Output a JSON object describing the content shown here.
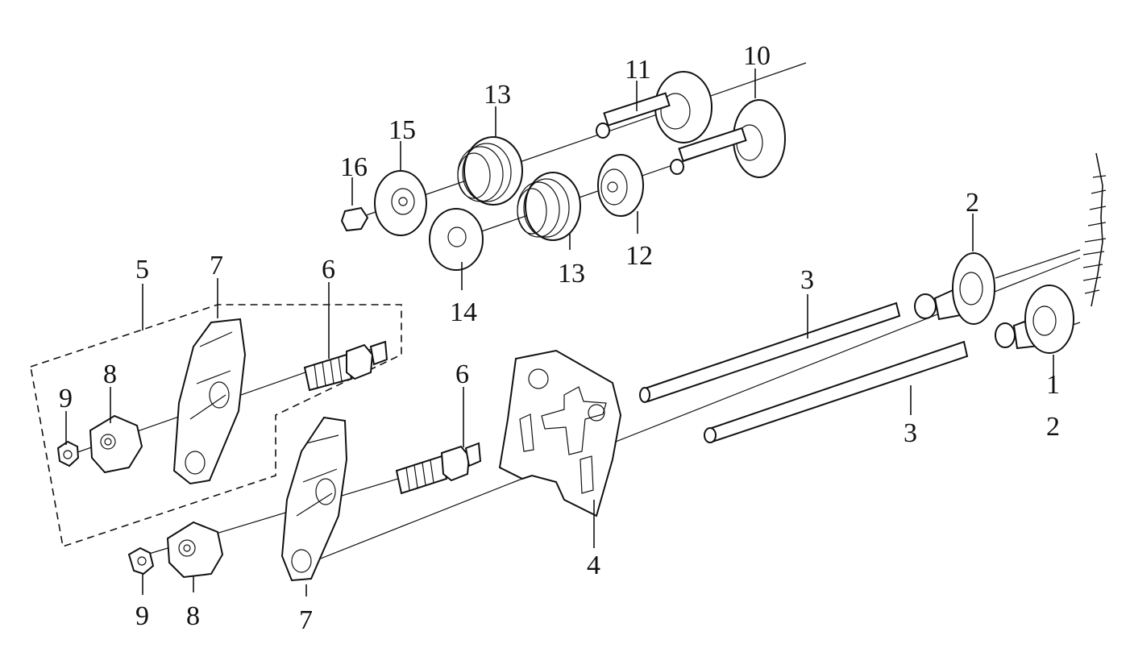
{
  "diagram": {
    "labels": {
      "n1": "1",
      "n2a": "2",
      "n2b": "2",
      "n3a": "3",
      "n3b": "3",
      "n4": "4",
      "n5": "5",
      "n6a": "6",
      "n6b": "6",
      "n7a": "7",
      "n7b": "7",
      "n8a": "8",
      "n8b": "8",
      "n9a": "9",
      "n9b": "9",
      "n10": "10",
      "n11": "11",
      "n12": "12",
      "n13a": "13",
      "n13b": "13",
      "n14": "14",
      "n15": "15",
      "n16": "16"
    },
    "line_color": "#111111",
    "background": "#ffffff"
  }
}
